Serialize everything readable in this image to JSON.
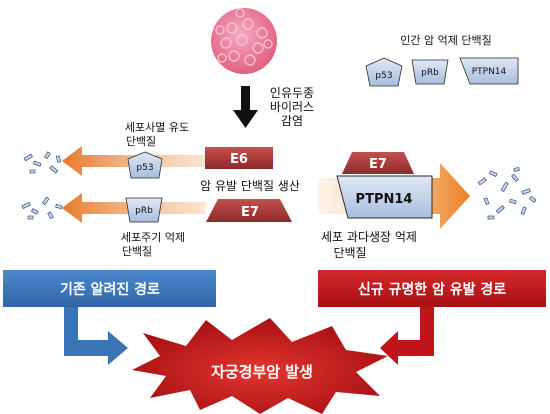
{
  "virus": {
    "infection_text": [
      "인유두종",
      "바이러스",
      "감염"
    ]
  },
  "legend": {
    "title": "인간 암 억제 단백질",
    "p53": "p53",
    "prb": "pRb",
    "ptpn14": "PTPN14"
  },
  "left": {
    "apoptosis_label": [
      "세포사멸 유도",
      "단백질"
    ],
    "p53": "p53",
    "prb": "pRb",
    "cellcycle_label": [
      "세포주기 억제",
      "단백질"
    ]
  },
  "center": {
    "e6": "E6",
    "e7_bottom": "E7",
    "e7_top": "E7",
    "caption": "암 유발 단백질 생산"
  },
  "right": {
    "ptpn14": "PTPN14",
    "overgrowth_label": [
      "세포 과다생장 억제",
      "단백질"
    ]
  },
  "pathways": {
    "known": "기존 알려진 경로",
    "new": "신규 규명한 암 유발 경로"
  },
  "result": {
    "label": "자궁경부암 발생"
  },
  "colors": {
    "orange": "#e8782a",
    "blue": "#3b75b8",
    "red": "#c0141a",
    "viral_protein": "#b03a3a",
    "protein_fill": "#c9d6ec"
  }
}
